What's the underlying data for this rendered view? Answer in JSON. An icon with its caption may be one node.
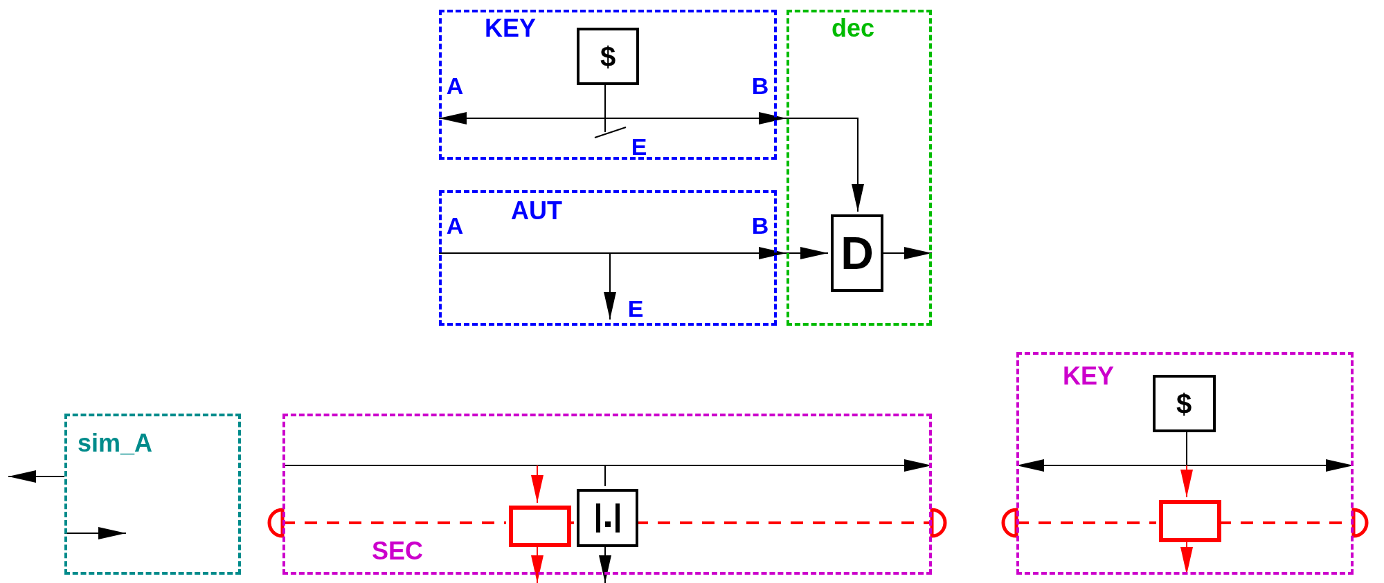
{
  "diagram": {
    "nodes": [
      {
        "text": [
          "KEY"
        ]
      },
      {
        "text": [
          "$"
        ],
        "in": 0
      },
      {
        "text": [
          "dec"
        ]
      },
      {
        "text": [
          "AUT"
        ]
      },
      {
        "text": [
          "D"
        ],
        "in": 2
      },
      {
        "text": [
          "sim_A"
        ]
      },
      {
        "text": [
          "SEC"
        ]
      },
      {
        "text": [],
        "shape": "box",
        "in": 6
      },
      {
        "text": [],
        "shape": "box",
        "in": 6
      },
      {
        "text": [
          "KEY"
        ]
      },
      {
        "text": [
          "$"
        ],
        "in": 9
      },
      {
        "text": [],
        "shape": "box",
        "in": 9
      },
      {
        "text": [
          "E"
        ],
        "in": 0
      }
    ],
    "edges": [
      {
        "from": 1,
        "to": 12,
        "arrow": "other"
      },
      {
        "from": 0,
        "to": 4,
        "arrow": "to"
      },
      {
        "from": 3,
        "to": 4,
        "arrow": "to"
      },
      {
        "from": 4,
        "to": null,
        "arrow": "to"
      },
      {
        "from": 5,
        "to": null,
        "arrow": "to"
      },
      {
        "from": null,
        "to": 5,
        "arrow": "to"
      },
      {
        "from": null,
        "to": 7,
        "arrow": "to",
        "color": "#ff0000"
      },
      {
        "from": 7,
        "to": null,
        "arrow": "to",
        "color": "#ff0000"
      },
      {
        "from": null,
        "to": 8,
        "arrow": "none"
      },
      {
        "from": 8,
        "to": null,
        "arrow": "to"
      },
      {
        "from": null,
        "to": 7,
        "arrow": "other",
        "style": "dashed",
        "color": "#ff0000"
      },
      {
        "from": 7,
        "to": 8,
        "arrow": "none",
        "style": "dashed",
        "color": "#ff0000"
      },
      {
        "from": 8,
        "to": null,
        "arrow": "other",
        "style": "dashed",
        "color": "#ff0000"
      },
      {
        "from": 10,
        "to": null,
        "arrow": "none"
      },
      {
        "from": null,
        "to": 11,
        "arrow": "to",
        "color": "#ff0000"
      },
      {
        "from": 11,
        "to": null,
        "arrow": "to",
        "color": "#ff0000"
      },
      {
        "from": null,
        "to": 11,
        "arrow": "other",
        "style": "dashed",
        "color": "#ff0000"
      },
      {
        "from": 11,
        "to": null,
        "arrow": "other",
        "style": "dashed",
        "color": "#ff0000"
      },
      {
        "from": 0,
        "to": 2,
        "arrow": "both"
      },
      {
        "from": 3,
        "to": 2,
        "arrow": "to"
      }
    ],
    "labels": [
      "A",
      "B",
      "A",
      "B",
      "E"
    ]
  }
}
